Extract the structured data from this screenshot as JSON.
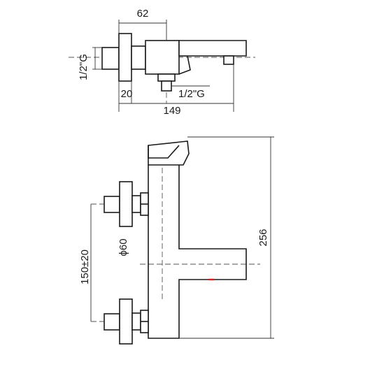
{
  "top_view": {
    "dimensions": {
      "width_62": "62",
      "inlet_thread_left": "1/2\"G",
      "depth_20": "20",
      "outlet_thread": "1/2\"G",
      "length_149": "149"
    }
  },
  "front_view": {
    "dimensions": {
      "center_distance": "150±20",
      "flange_diameter": "ϕ60",
      "height_256": "256"
    }
  },
  "colors": {
    "line": "#1a1a1a",
    "marker": "#d42020"
  }
}
